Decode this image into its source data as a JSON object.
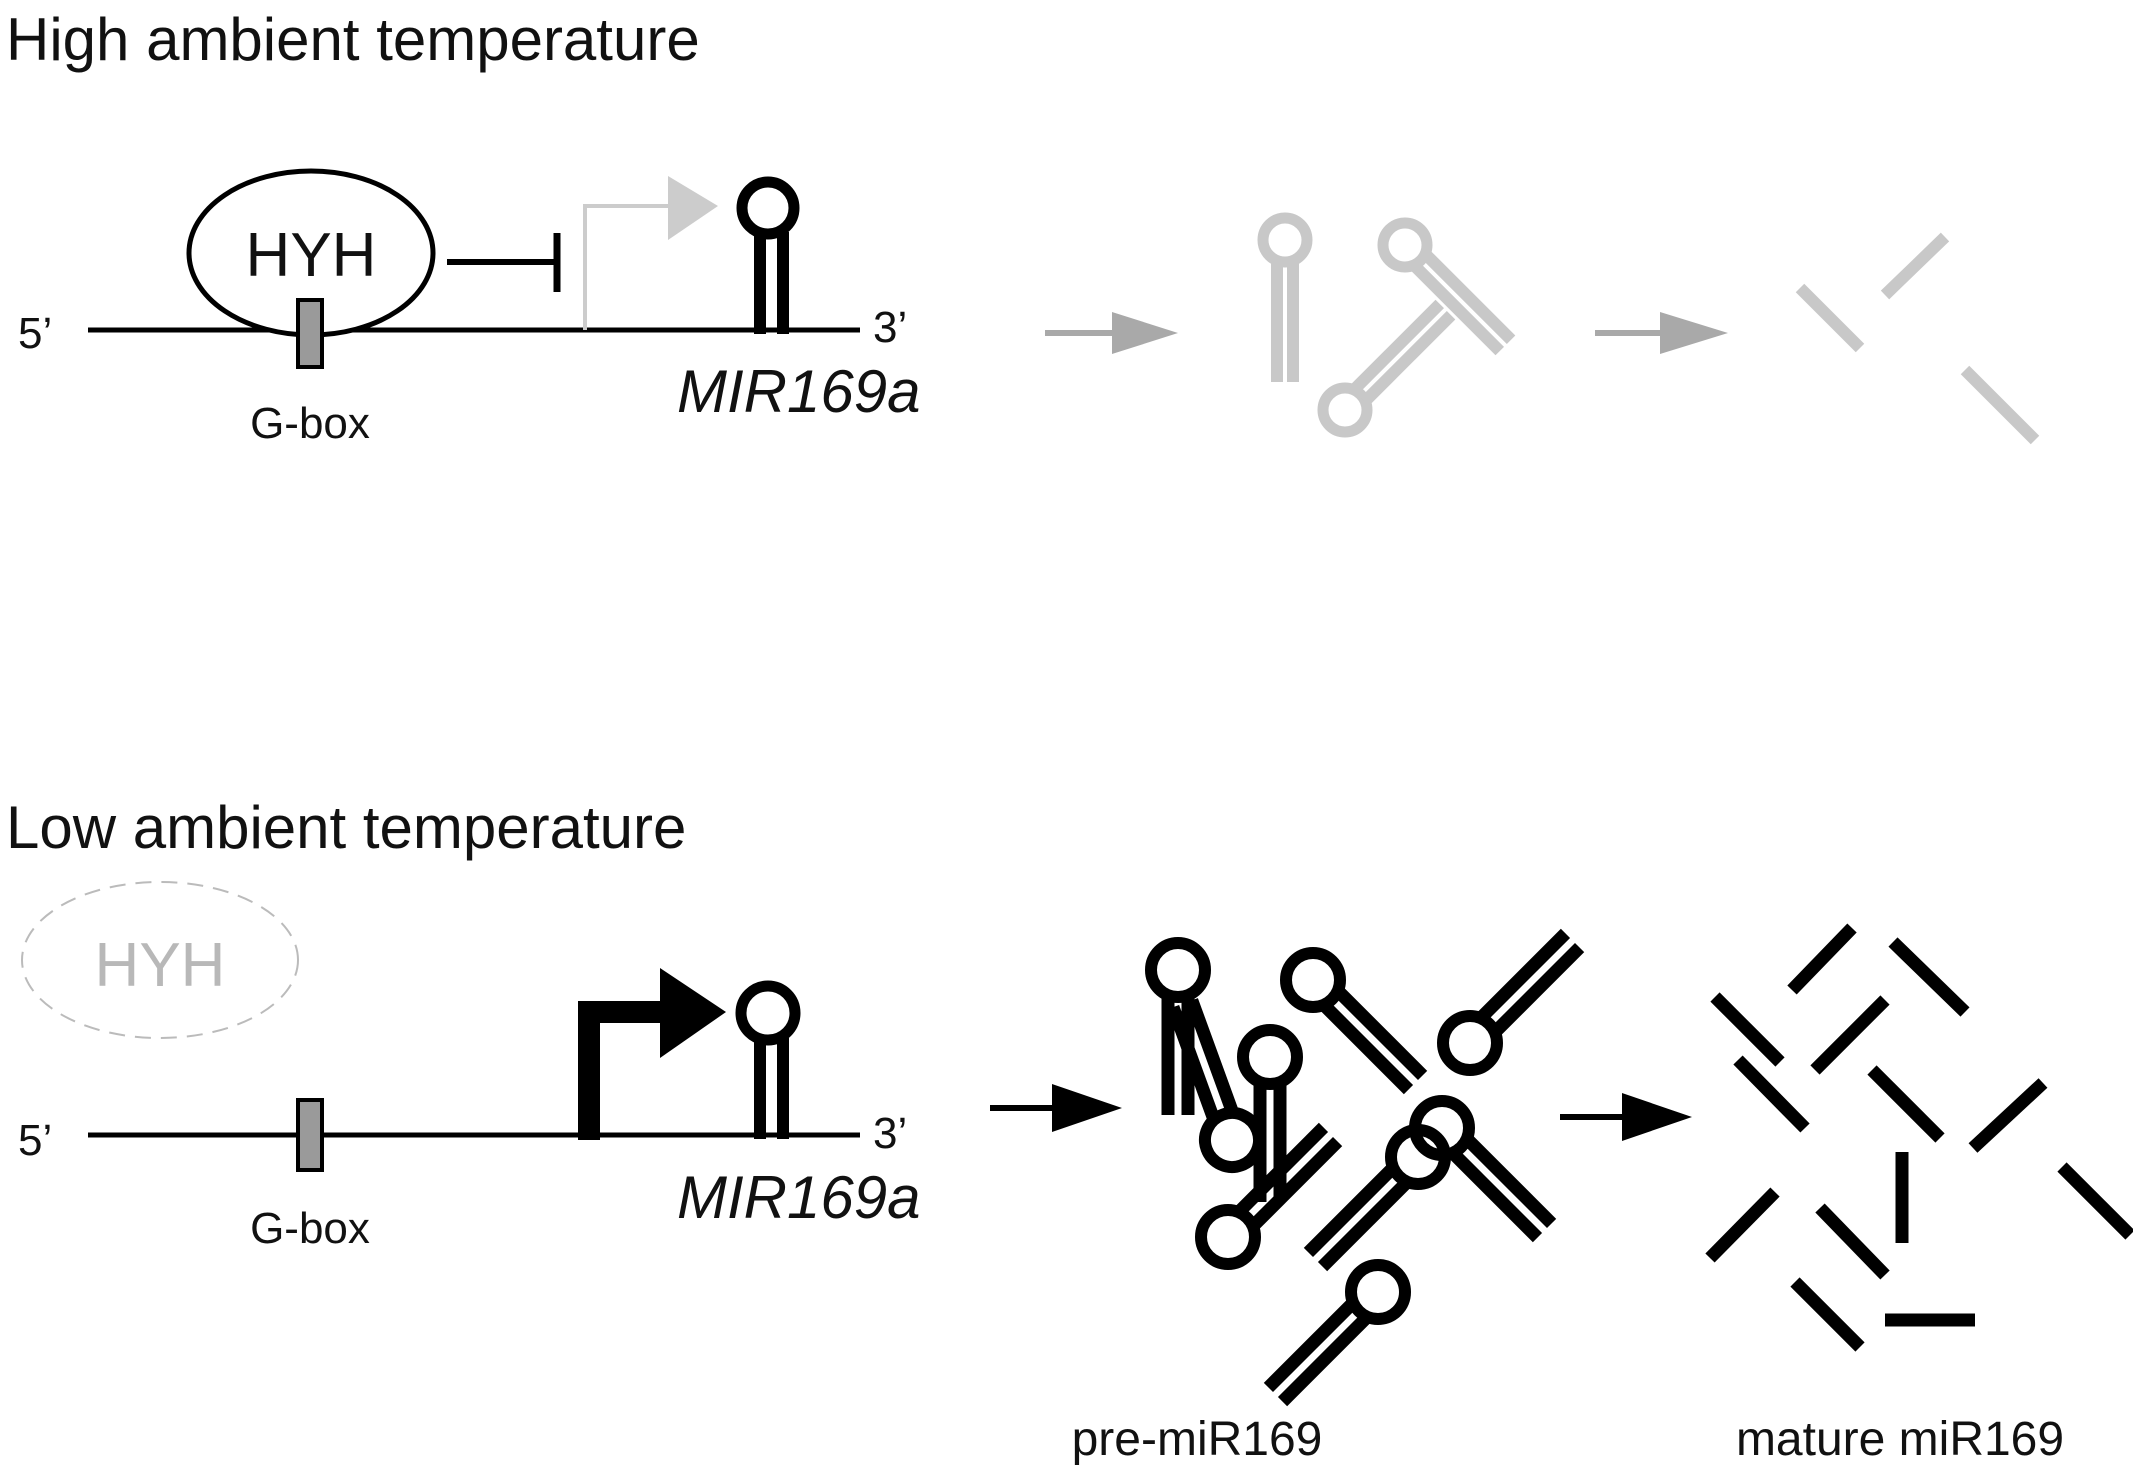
{
  "colors": {
    "active": "#000000",
    "faded": "#c8c8c8",
    "arrow_faded": "#a9a9a9",
    "gbox_fill": "#9a9a9a",
    "absent_protein": "#b8b8b8"
  },
  "top_panel": {
    "title": "High ambient temperature",
    "protein": "HYH",
    "five_prime": "5’",
    "three_prime": "3’",
    "element": "G-box",
    "gene": "MIR169a"
  },
  "bottom_panel": {
    "title": "Low ambient temperature",
    "protein": "HYH",
    "five_prime": "5’",
    "three_prime": "3’",
    "element": "G-box",
    "gene": "MIR169a",
    "pre_label": "pre-miR169",
    "mature_label": "mature miR169"
  }
}
